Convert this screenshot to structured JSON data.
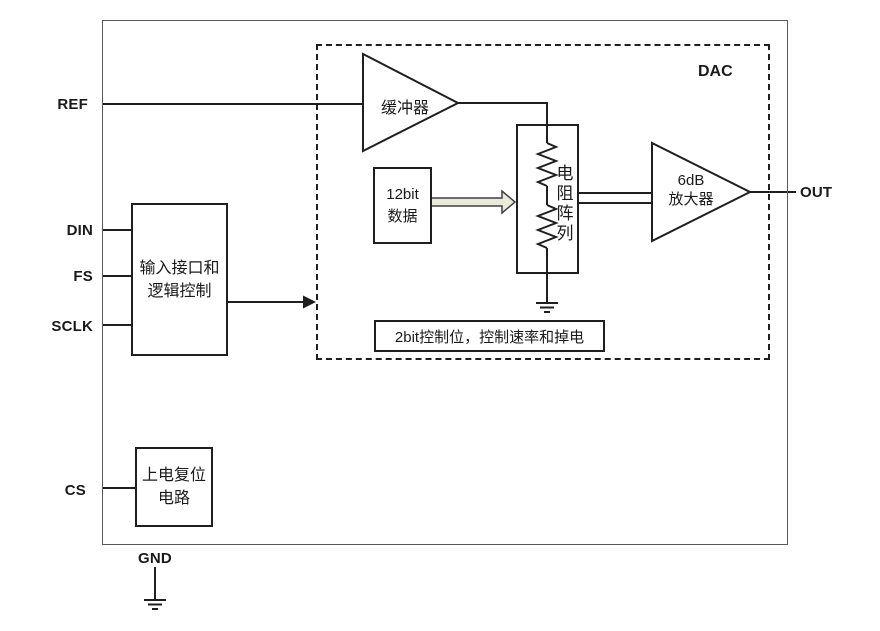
{
  "diagram": {
    "dac_region_label": "DAC",
    "pins": {
      "ref": "REF",
      "din": "DIN",
      "fs": "FS",
      "sclk": "SCLK",
      "cs": "CS",
      "gnd": "GND",
      "out": "OUT"
    },
    "blocks": {
      "logic": {
        "line1": "输入接口和",
        "line2": "逻辑控制"
      },
      "por": {
        "line1": "上电复位",
        "line2": "电路"
      },
      "data12bit": {
        "line1": "12bit",
        "line2": "数据"
      },
      "resistor_array_vertical": "电阻阵列",
      "buffer": "缓冲器",
      "amp": {
        "line1": "6dB",
        "line2": "放大器"
      },
      "control_note": "2bit控制位，控制速率和掉电"
    },
    "colors": {
      "line": "#1f1f1f",
      "outer_border": "#595959",
      "bus_arrow_fill": "#e9e9dc",
      "background": "#ffffff"
    }
  }
}
